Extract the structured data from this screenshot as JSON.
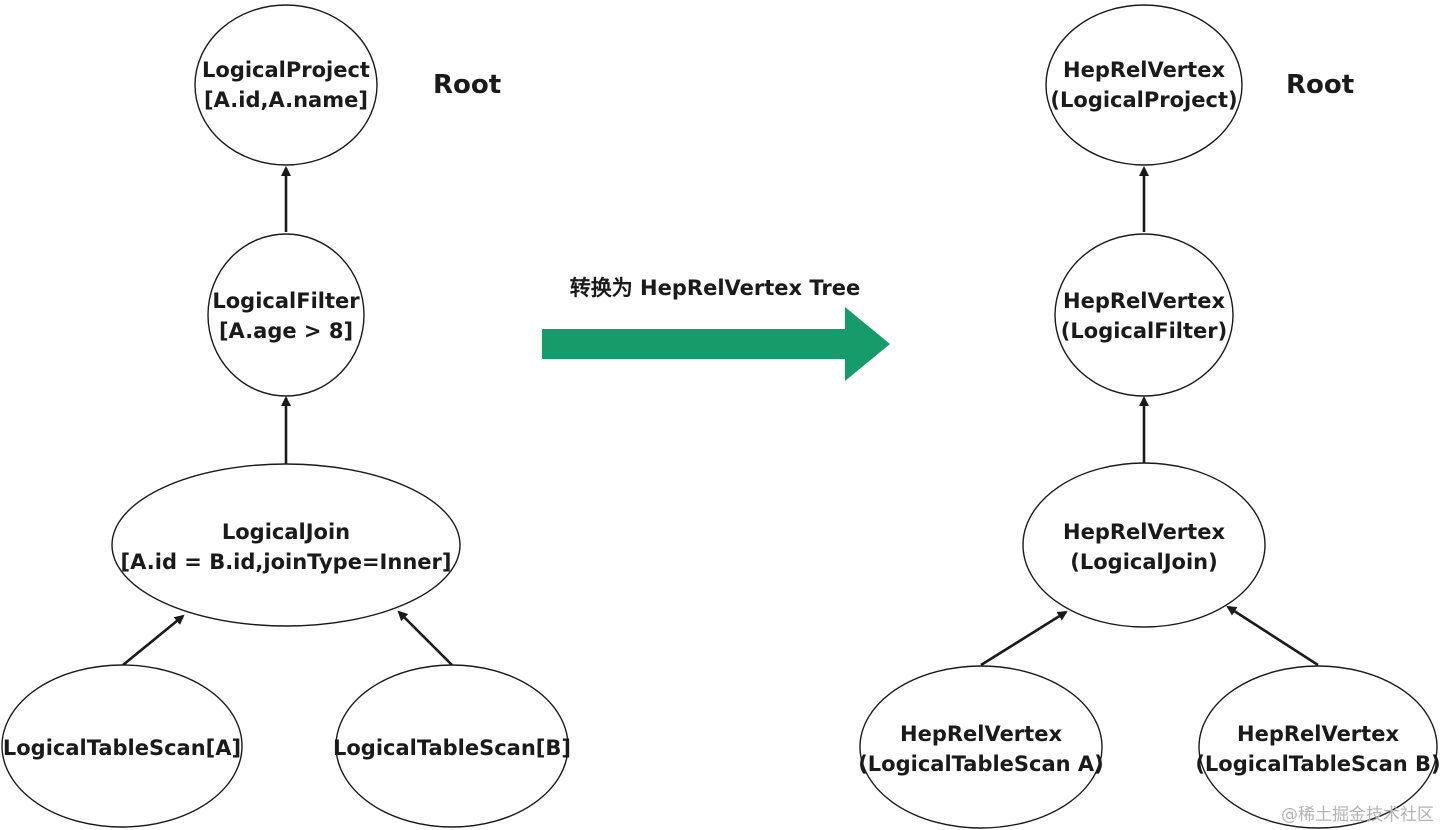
{
  "colors": {
    "transform_arrow": "#169c6a",
    "stroke": "#1a1a1a",
    "watermark": "#b4b4b4"
  },
  "left_tree": {
    "root_label": "Root",
    "nodes": {
      "project": [
        "LogicalProject",
        "[A.id,A.name]"
      ],
      "filter": [
        "LogicalFilter",
        "[A.age > 8]"
      ],
      "join": [
        "LogicalJoin",
        "[A.id = B.id,joinType=Inner]"
      ],
      "scan_a": [
        "LogicalTableScan[A]"
      ],
      "scan_b": [
        "LogicalTableScan[B]"
      ]
    }
  },
  "transform": {
    "caption": "转换为 HepRelVertex Tree"
  },
  "right_tree": {
    "root_label": "Root",
    "nodes": {
      "project": [
        "HepRelVertex",
        "(LogicalProject)"
      ],
      "filter": [
        "HepRelVertex",
        "(LogicalFilter)"
      ],
      "join": [
        "HepRelVertex",
        "(LogicalJoin)"
      ],
      "scan_a": [
        "HepRelVertex",
        "(LogicalTableScan A)"
      ],
      "scan_b": [
        "HepRelVertex",
        "(LogicalTableScan B)"
      ]
    }
  },
  "watermark": "@稀土掘金技术社区"
}
